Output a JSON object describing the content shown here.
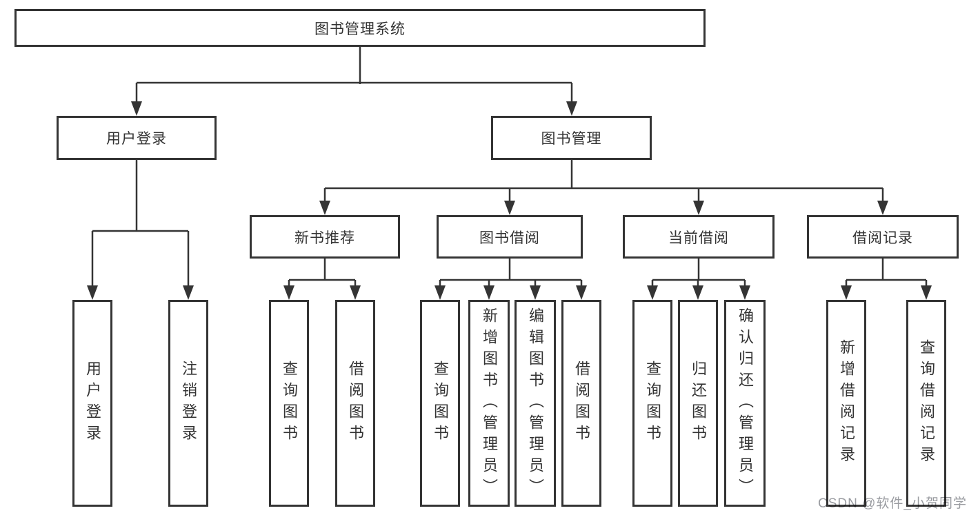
{
  "diagram": {
    "root": {
      "label": "图书管理系统"
    },
    "branches": [
      {
        "label": "用户登录",
        "children": [
          {
            "label": "用户登录"
          },
          {
            "label": "注销登录"
          }
        ]
      },
      {
        "label": "图书管理",
        "children": [
          {
            "label": "新书推荐",
            "children": [
              {
                "label": "查询图书"
              },
              {
                "label": "借阅图书"
              }
            ]
          },
          {
            "label": "图书借阅",
            "children": [
              {
                "label": "查询图书"
              },
              {
                "label": "新增图书（管理员）"
              },
              {
                "label": "编辑图书（管理员）"
              },
              {
                "label": "借阅图书"
              }
            ]
          },
          {
            "label": "当前借阅",
            "children": [
              {
                "label": "查询图书"
              },
              {
                "label": "归还图书"
              },
              {
                "label": "确认归还（管理员）"
              }
            ]
          },
          {
            "label": "借阅记录",
            "children": [
              {
                "label": "新增借阅记录"
              },
              {
                "label": "查询借阅记录"
              }
            ]
          }
        ]
      }
    ]
  },
  "watermark": {
    "text": "CSDN @软件_小贺同学"
  },
  "colors": {
    "line": "#343434",
    "text": "#333333",
    "watermark": "#9a9ca1",
    "background": "#ffffff"
  }
}
